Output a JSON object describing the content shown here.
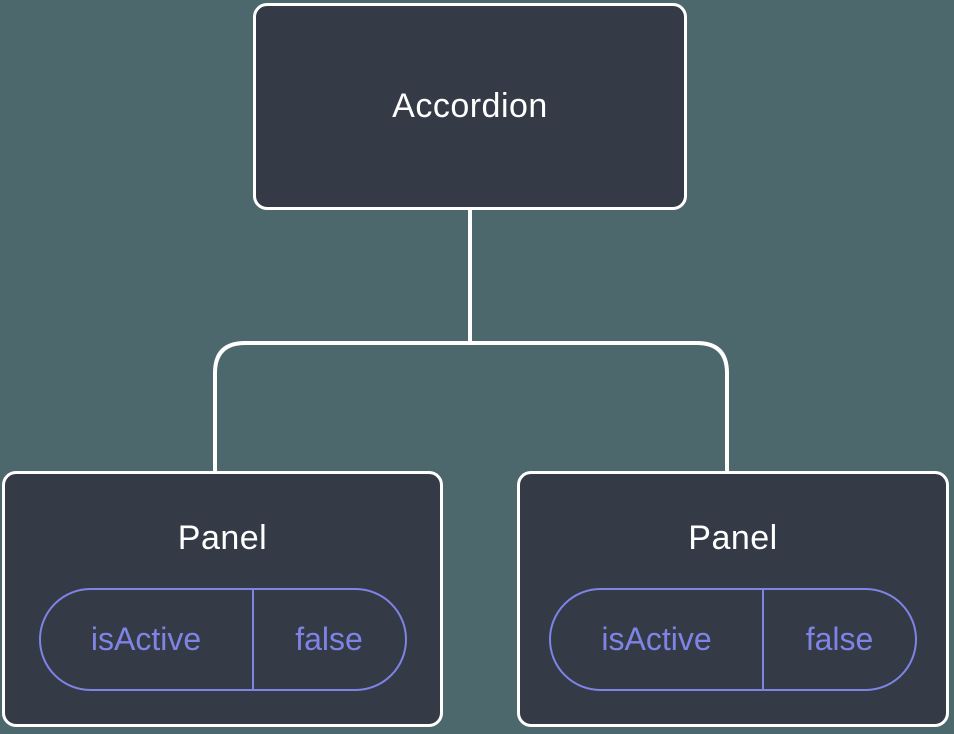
{
  "diagram": {
    "type": "component-tree",
    "colors": {
      "background": "#4d686d",
      "node_fill": "#353b46",
      "node_border": "#ffffff",
      "connector": "#ffffff",
      "state": "#7e84e6"
    },
    "root": {
      "label": "Accordion"
    },
    "children": [
      {
        "label": "Panel",
        "state": {
          "key": "isActive",
          "value": "false"
        }
      },
      {
        "label": "Panel",
        "state": {
          "key": "isActive",
          "value": "false"
        }
      }
    ]
  }
}
